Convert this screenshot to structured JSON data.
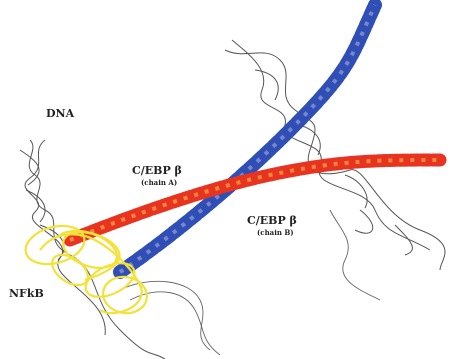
{
  "labels": {
    "dna": "DNA",
    "chain_a_name": "C/EBP β",
    "chain_a_sub": "(chain A)",
    "chain_b_name": "C/EBP β",
    "chain_b_sub": "(chain B)",
    "nfkb": "NFkB"
  },
  "colors": {
    "chain_a": "#e83320",
    "chain_a_highlight": "#f08a3a",
    "chain_b": "#2f4fb6",
    "chain_b_light": "#7a86c8",
    "nfkb": "#f2e23a",
    "dna": "#555555"
  }
}
